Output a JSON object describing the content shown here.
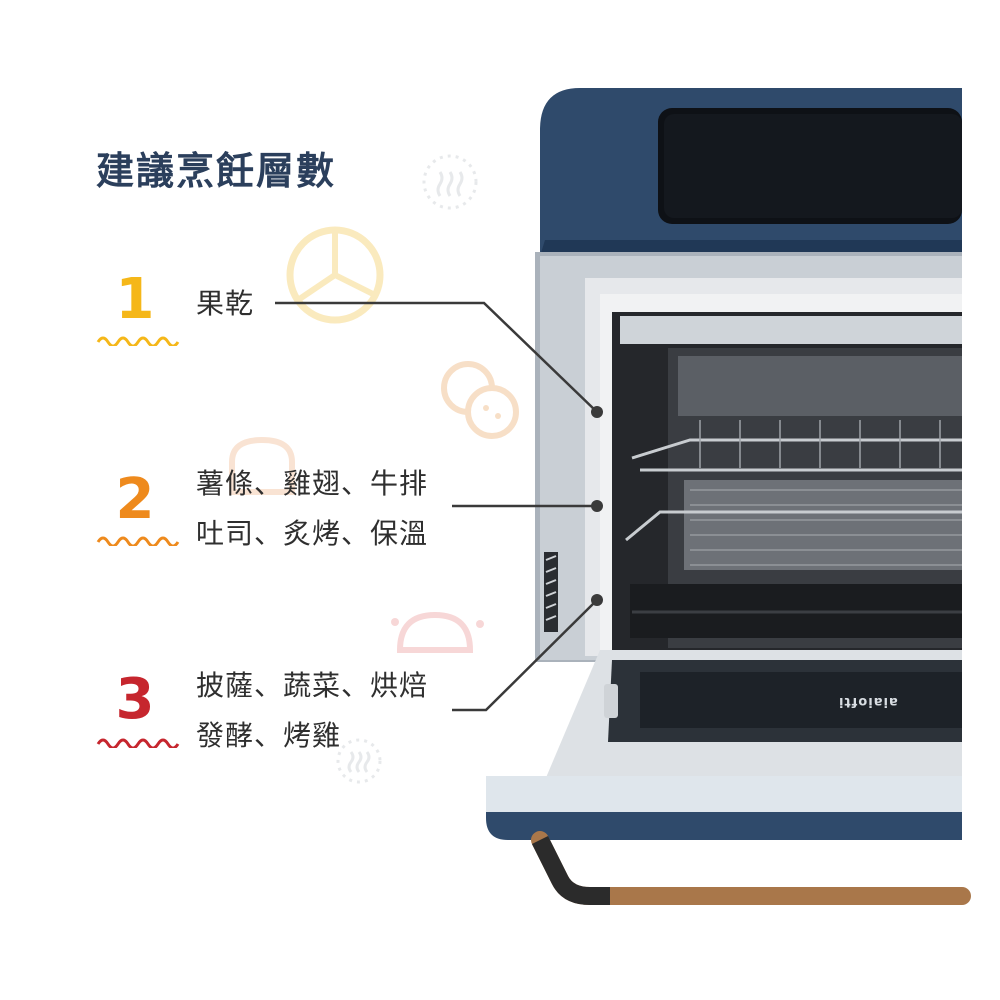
{
  "title": "建議烹飪層數",
  "levels": [
    {
      "number": "1",
      "lines": [
        "果乾"
      ]
    },
    {
      "number": "2",
      "lines": [
        "薯條、雞翅、牛排",
        "吐司、炙烤、保溫"
      ]
    },
    {
      "number": "3",
      "lines": [
        "披薩、蔬菜、烘焙",
        "發酵、烤雞"
      ]
    }
  ],
  "brand_text": "aiaiofti",
  "colors": {
    "title": "#2b3f5c",
    "level1": "#f5b719",
    "level2": "#ee8a1d",
    "level3": "#c6262e",
    "oven_body": "#2f4a6b",
    "handle": "#a9774a"
  }
}
